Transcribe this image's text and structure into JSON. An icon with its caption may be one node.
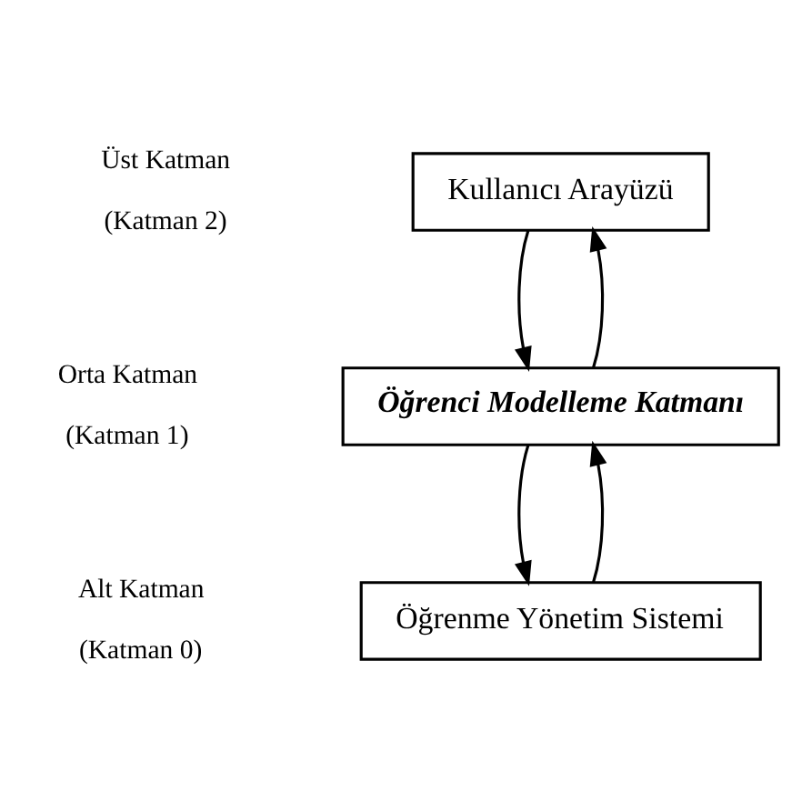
{
  "diagram": {
    "nodes": [
      {
        "text": [
          "Kullanıcı Arayüzü"
        ]
      },
      {
        "text": [
          "Öğrenci Modelleme Katmanı"
        ]
      },
      {
        "text": [
          "Öğrenme Yönetim Sistemi"
        ]
      }
    ],
    "edges": [
      {
        "from": 0,
        "to": 1,
        "arrow": "to"
      },
      {
        "from": 1,
        "to": 0,
        "arrow": "to"
      },
      {
        "from": 1,
        "to": 2,
        "arrow": "to"
      },
      {
        "from": 2,
        "to": 1,
        "arrow": "to"
      }
    ],
    "labels": [
      "Üst Katman",
      "(Katman 2)",
      "Orta Katman",
      "(Katman 1)",
      "Alt Katman",
      "(Katman 0)"
    ]
  }
}
